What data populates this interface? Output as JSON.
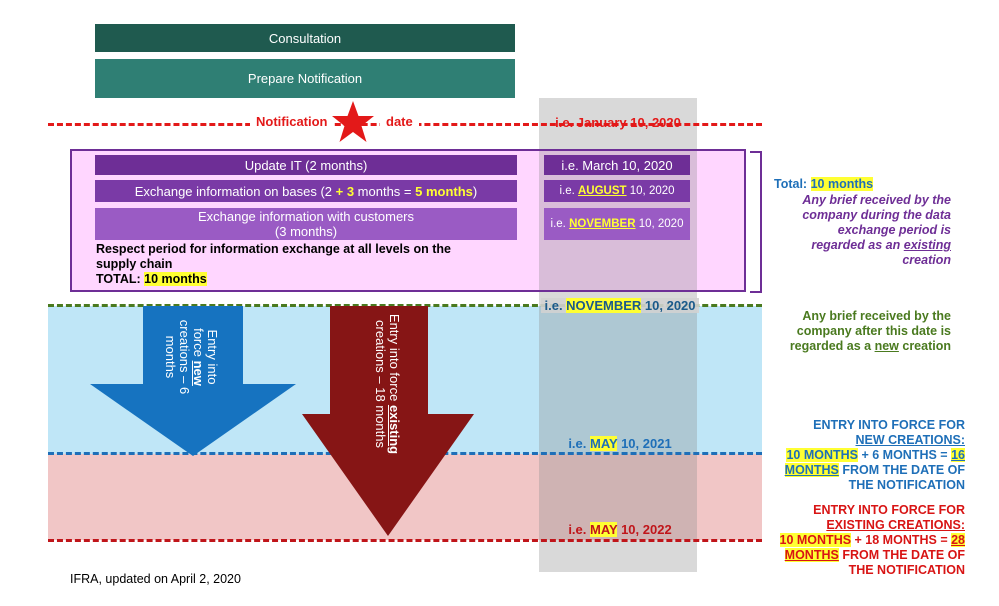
{
  "bars": {
    "consultation": "Consultation",
    "prepare": "Prepare Notification"
  },
  "notification": {
    "left": "Notification",
    "right": "date",
    "date": "i.e. January 10, 2020"
  },
  "phase": {
    "update_it": "Update IT (2 months)",
    "exchange_bases_pre": "Exchange information on bases (2 ",
    "exchange_bases_plus": "+ 3",
    "exchange_bases_mid": " months = ",
    "exchange_bases_total": "5 months",
    "exchange_bases_post": ")",
    "exchange_customers_1": "Exchange information with customers",
    "exchange_customers_2": "(3 months)",
    "respect_1": "Respect period for information exchange at all levels on the",
    "respect_2": "supply chain",
    "total_label": "TOTAL: ",
    "total_value": "10 months"
  },
  "dates": {
    "march_pre": "i.e. March 10, 2020",
    "august_pre": "i.e. ",
    "august_month": "AUGUST",
    "august_post": " 10, 2020",
    "nov_pre": "i.e. ",
    "nov_month": "NOVEMBER",
    "nov_post": " 10, 2020",
    "nov_line_pre": "i.e. ",
    "nov_line_month": "NOVEMBER",
    "nov_line_post": " 10, 2020",
    "may21_pre": "i.e. ",
    "may21_month": "MAY",
    "may21_post": " 10, 2021",
    "may22_pre": "i.e. ",
    "may22_month": "MAY",
    "may22_post": " 10, 2022"
  },
  "arrows": {
    "new_1": "Entry into",
    "new_2_pre": "force ",
    "new_2_word": "new",
    "new_3": "creations – 6",
    "new_4": "months",
    "existing_1_pre": "Entry into force ",
    "existing_1_word": "existing",
    "existing_2": "creations – 18 months"
  },
  "notes": {
    "total_label": "Total: ",
    "total_value": "10 months",
    "existing_1": "Any brief received by the",
    "existing_2": "company during the data",
    "existing_3": "exchange period is",
    "existing_4_pre": "regarded as an ",
    "existing_4_word": "existing",
    "existing_5": "creation",
    "new_1": "Any brief received by the",
    "new_2": "company after this date is",
    "new_3_pre": "regarded as a ",
    "new_3_word": "new",
    "new_3_post": " creation",
    "entry_new_1": "ENTRY INTO FORCE FOR",
    "entry_new_2": "NEW CREATIONS:",
    "entry_new_3a": "10 MONTHS",
    "entry_new_3b": " + 6 MONTHS = ",
    "entry_new_3c": "16",
    "entry_new_4a": "MONTHS",
    "entry_new_4b": " FROM THE DATE OF",
    "entry_new_5": "THE NOTIFICATION",
    "entry_ex_1": "ENTRY INTO FORCE FOR",
    "entry_ex_2": "EXISTING CREATIONS:",
    "entry_ex_3a": "10 MONTHS",
    "entry_ex_3b": " + 18 MONTHS = ",
    "entry_ex_3c": "28",
    "entry_ex_4a": "MONTHS",
    "entry_ex_4b": " FROM THE DATE OF",
    "entry_ex_5": "THE NOTIFICATION"
  },
  "footer": "IFRA, updated on April 2, 2020",
  "colors": {
    "dark_teal": "#1f5a4f",
    "teal": "#2f7f74",
    "purple_dark": "#6e2e96",
    "purple_mid": "#7a3aa6",
    "purple_light": "#9a5bc4",
    "pink_bg": "#ffd6ff",
    "blue_bg": "#bfe6f7",
    "red_bg": "#f1c6c6",
    "red": "#e31919",
    "green": "#4a7a1f",
    "blue_arrow": "#1673c0",
    "maroon_arrow": "#861515",
    "text_blue": "#1e6fb8",
    "text_red": "#d81414",
    "highlight": "#ffff33"
  }
}
